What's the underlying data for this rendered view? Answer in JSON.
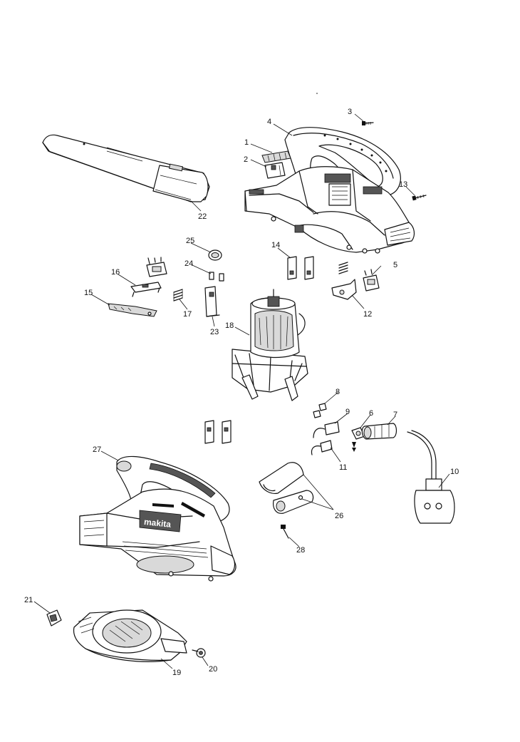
{
  "callouts": [
    {
      "id": "c1",
      "label": "1"
    },
    {
      "id": "c2",
      "label": "2"
    },
    {
      "id": "c3",
      "label": "3"
    },
    {
      "id": "c4",
      "label": "4"
    },
    {
      "id": "c5",
      "label": "5"
    },
    {
      "id": "c6",
      "label": "6"
    },
    {
      "id": "c7",
      "label": "7"
    },
    {
      "id": "c8",
      "label": "8"
    },
    {
      "id": "c9",
      "label": "9"
    },
    {
      "id": "c10",
      "label": "10"
    },
    {
      "id": "c11",
      "label": "11"
    },
    {
      "id": "c12",
      "label": "12"
    },
    {
      "id": "c13",
      "label": "13"
    },
    {
      "id": "c14",
      "label": "14"
    },
    {
      "id": "c15",
      "label": "15"
    },
    {
      "id": "c16",
      "label": "16"
    },
    {
      "id": "c17",
      "label": "17"
    },
    {
      "id": "c18",
      "label": "18"
    },
    {
      "id": "c19",
      "label": "19"
    },
    {
      "id": "c20",
      "label": "20"
    },
    {
      "id": "c21",
      "label": "21"
    },
    {
      "id": "c22",
      "label": "22"
    },
    {
      "id": "c23",
      "label": "23"
    },
    {
      "id": "c24",
      "label": "24"
    },
    {
      "id": "c25",
      "label": "25"
    },
    {
      "id": "c26",
      "label": "26"
    },
    {
      "id": "c27",
      "label": "27"
    },
    {
      "id": "c28",
      "label": "28"
    }
  ],
  "logo_text": "makita"
}
